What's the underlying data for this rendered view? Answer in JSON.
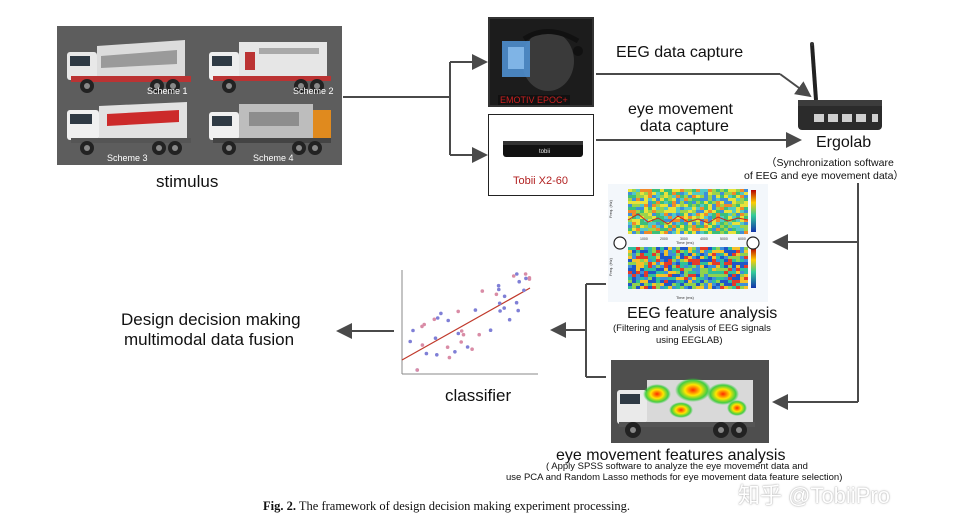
{
  "stimulus": {
    "label": "stimulus",
    "schemes": [
      "Scheme 1",
      "Scheme 2",
      "Scheme 3",
      "Scheme 4"
    ]
  },
  "devices": {
    "emotiv_label": "EMOTIV EPOC+",
    "tobii_label": "Tobii X2-60",
    "tobii_brand": "tobii"
  },
  "arrows": {
    "eeg_capture": "EEG data capture",
    "eye_capture_line1": "eye movement",
    "eye_capture_line2": "data capture"
  },
  "ergolab": {
    "title": "Ergolab",
    "sub1": "（Synchronization software",
    "sub2": "of  EEG and eye movement  data）"
  },
  "eeg_analysis": {
    "title": "EEG feature analysis",
    "sub1": "(Filtering and analysis of EEG signals",
    "sub2": "using EEGLAB)",
    "axis_freq": "Freq. (Hz)",
    "axis_time": "Time (ms)",
    "time_ticks": [
      "1000",
      "2000",
      "3000",
      "4000",
      "5000",
      "6000"
    ]
  },
  "eye_analysis": {
    "title": "eye movement features analysis",
    "sub1": "( Apply SPSS software to analyze the eye movement data and",
    "sub2": "use PCA and Random Lasso methods for eye movement data feature selection)"
  },
  "classifier": {
    "label": "classifier"
  },
  "decision": {
    "line1": "Design decision making",
    "line2": "multimodal data fusion"
  },
  "caption": {
    "prefix": "Fig. 2.",
    "text": " The framework of design decision making experiment processing."
  },
  "watermark": "知乎 @TobiiPro",
  "colors": {
    "line": "#4a4a4a",
    "emotiv_red": "#cc1f1f",
    "tobii_red": "#b22222",
    "photo_bg": "#5d5d5d"
  }
}
